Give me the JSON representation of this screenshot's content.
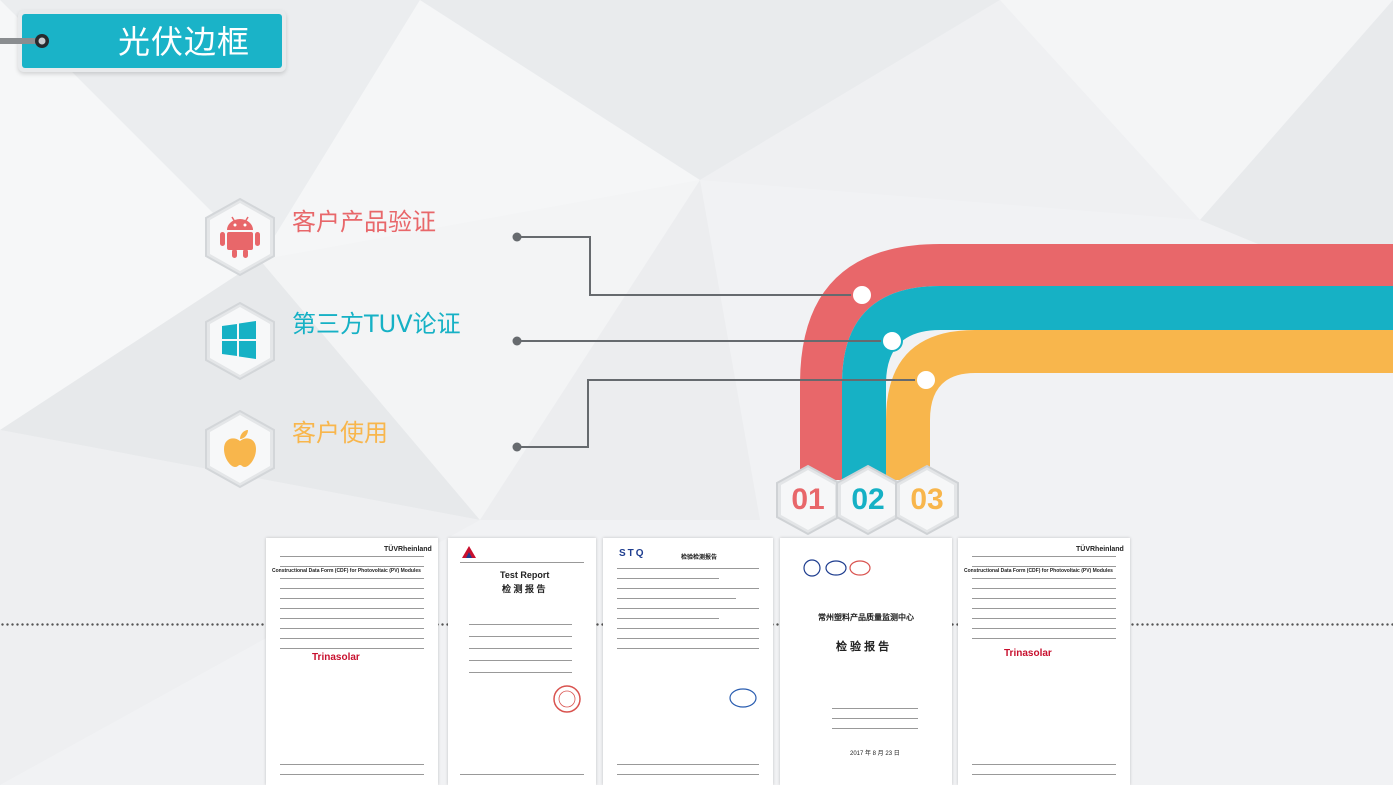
{
  "title": "光伏边框",
  "items": [
    {
      "label": "客户产品验证",
      "color": "#e8676a",
      "icon": "android-icon"
    },
    {
      "label": "第三方TUV论证",
      "color": "#16b1c5",
      "icon": "windows-icon"
    },
    {
      "label": "客户使用",
      "color": "#f8b64c",
      "icon": "apple-icon"
    }
  ],
  "numbers": [
    {
      "text": "01",
      "color": "#e8676a"
    },
    {
      "text": "02",
      "color": "#16b1c5"
    },
    {
      "text": "03",
      "color": "#f8b64c"
    }
  ],
  "docs": {
    "tuv_brand": "TÜVRheinland",
    "trina": "Trinasolar",
    "test_report": "Test Report",
    "test_report_cn": "检 测 报 告",
    "stq_logo": "STQ",
    "stq_title": "检验检测报告",
    "center_title": "常州塑料产品质量监测中心",
    "center_report": "检 验 报 告",
    "center_date": "2017 年 8 月 23 日",
    "construction_form": "Constructional Data Form (CDF) for Photovoltaic (PV) Modules"
  }
}
